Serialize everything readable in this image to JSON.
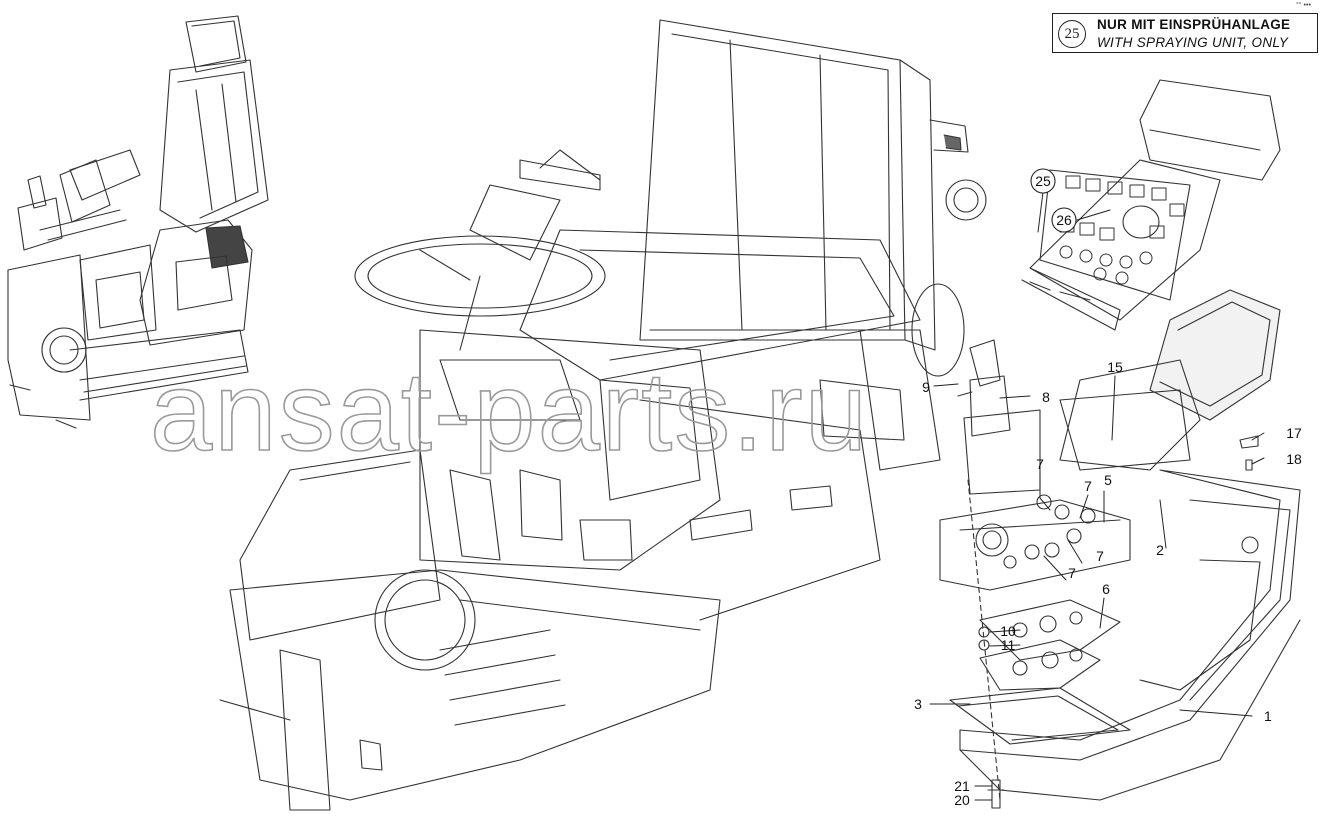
{
  "legend": {
    "ref": "25",
    "line_de": "NUR MIT  EINSPRÜHANLAGE",
    "line_en": "WITH SPRAYING UNIT, ONLY"
  },
  "corner_mark": "°° •••",
  "watermark": "ansat-parts.ru",
  "callouts": [
    {
      "id": "1",
      "label": "1"
    },
    {
      "id": "2",
      "label": "2"
    },
    {
      "id": "3",
      "label": "3"
    },
    {
      "id": "5",
      "label": "5"
    },
    {
      "id": "6",
      "label": "6"
    },
    {
      "id": "7a",
      "label": "7"
    },
    {
      "id": "7b",
      "label": "7"
    },
    {
      "id": "7c",
      "label": "7"
    },
    {
      "id": "7d",
      "label": "7"
    },
    {
      "id": "8",
      "label": "8"
    },
    {
      "id": "9",
      "label": "9"
    },
    {
      "id": "10",
      "label": "10"
    },
    {
      "id": "11",
      "label": "11"
    },
    {
      "id": "15",
      "label": "15"
    },
    {
      "id": "17",
      "label": "17"
    },
    {
      "id": "18",
      "label": "18"
    },
    {
      "id": "20",
      "label": "20"
    },
    {
      "id": "21",
      "label": "21"
    },
    {
      "id": "25",
      "label": "25"
    },
    {
      "id": "26",
      "label": "26"
    }
  ]
}
